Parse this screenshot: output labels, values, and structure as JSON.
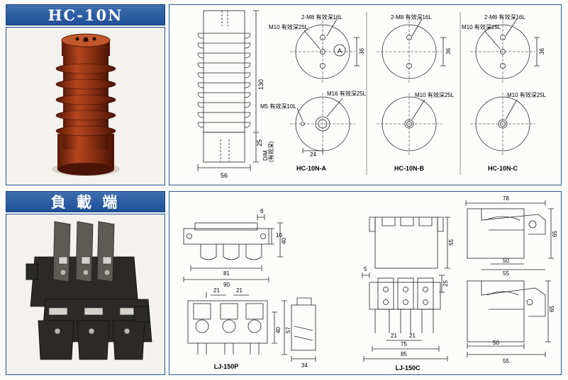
{
  "banners": {
    "hc10n": "HC-10N",
    "load_end": "負 載 端"
  },
  "insulator": {
    "dim_130": "130",
    "dim_25": "25",
    "dim_dim": "DIM",
    "dim_effective": "(有效深)",
    "dim_56": "56",
    "dim_24": "24",
    "label_m5": "M5 有效深10L",
    "label_m16": "M16 有效深25L",
    "label_a": "A",
    "a_top_m8": "2-M8 有效深16L",
    "a_top_m10": "M10 有效深25L",
    "a_top_36": "36",
    "b_top_m8": "2-M8 有效深16L",
    "b_top_36": "36",
    "b_bottom_m10": "M10 有效深25L",
    "c_top_m8": "2-M8 有效深16L",
    "c_top_m10": "M10 有效深25L",
    "c_top_36": "36",
    "c_bottom_m10": "M10 有效深25L",
    "caption_a": "HC-10N-A",
    "caption_b": "HC-10N-B",
    "caption_c": "HC-10N-C"
  },
  "terminal": {
    "p_dim_6": "6",
    "p_dim_10": "10",
    "p_dim_40_top": "40",
    "p_dim_81": "81",
    "p_dim_90": "90",
    "p_dim_21a": "21",
    "p_dim_21b": "21",
    "p_dim_40_bot": "40",
    "p_dim_57": "57",
    "p_dim_34": "34",
    "p_caption": "LJ-150P",
    "c_dim_55": "55",
    "c_dim_5": "5",
    "c_dim_25": "25",
    "c_dim_21a": "21",
    "c_dim_21b": "21",
    "c_dim_75": "75",
    "c_dim_85": "85",
    "c_caption": "LJ-150C",
    "s_dim_78": "78",
    "s_dim_65_top": "65",
    "s_dim_50_top": "50",
    "s_dim_55_top": "55",
    "s_dim_65_bot": "65",
    "s_dim_50_bot": "50",
    "s_dim_55_bot": "55"
  }
}
